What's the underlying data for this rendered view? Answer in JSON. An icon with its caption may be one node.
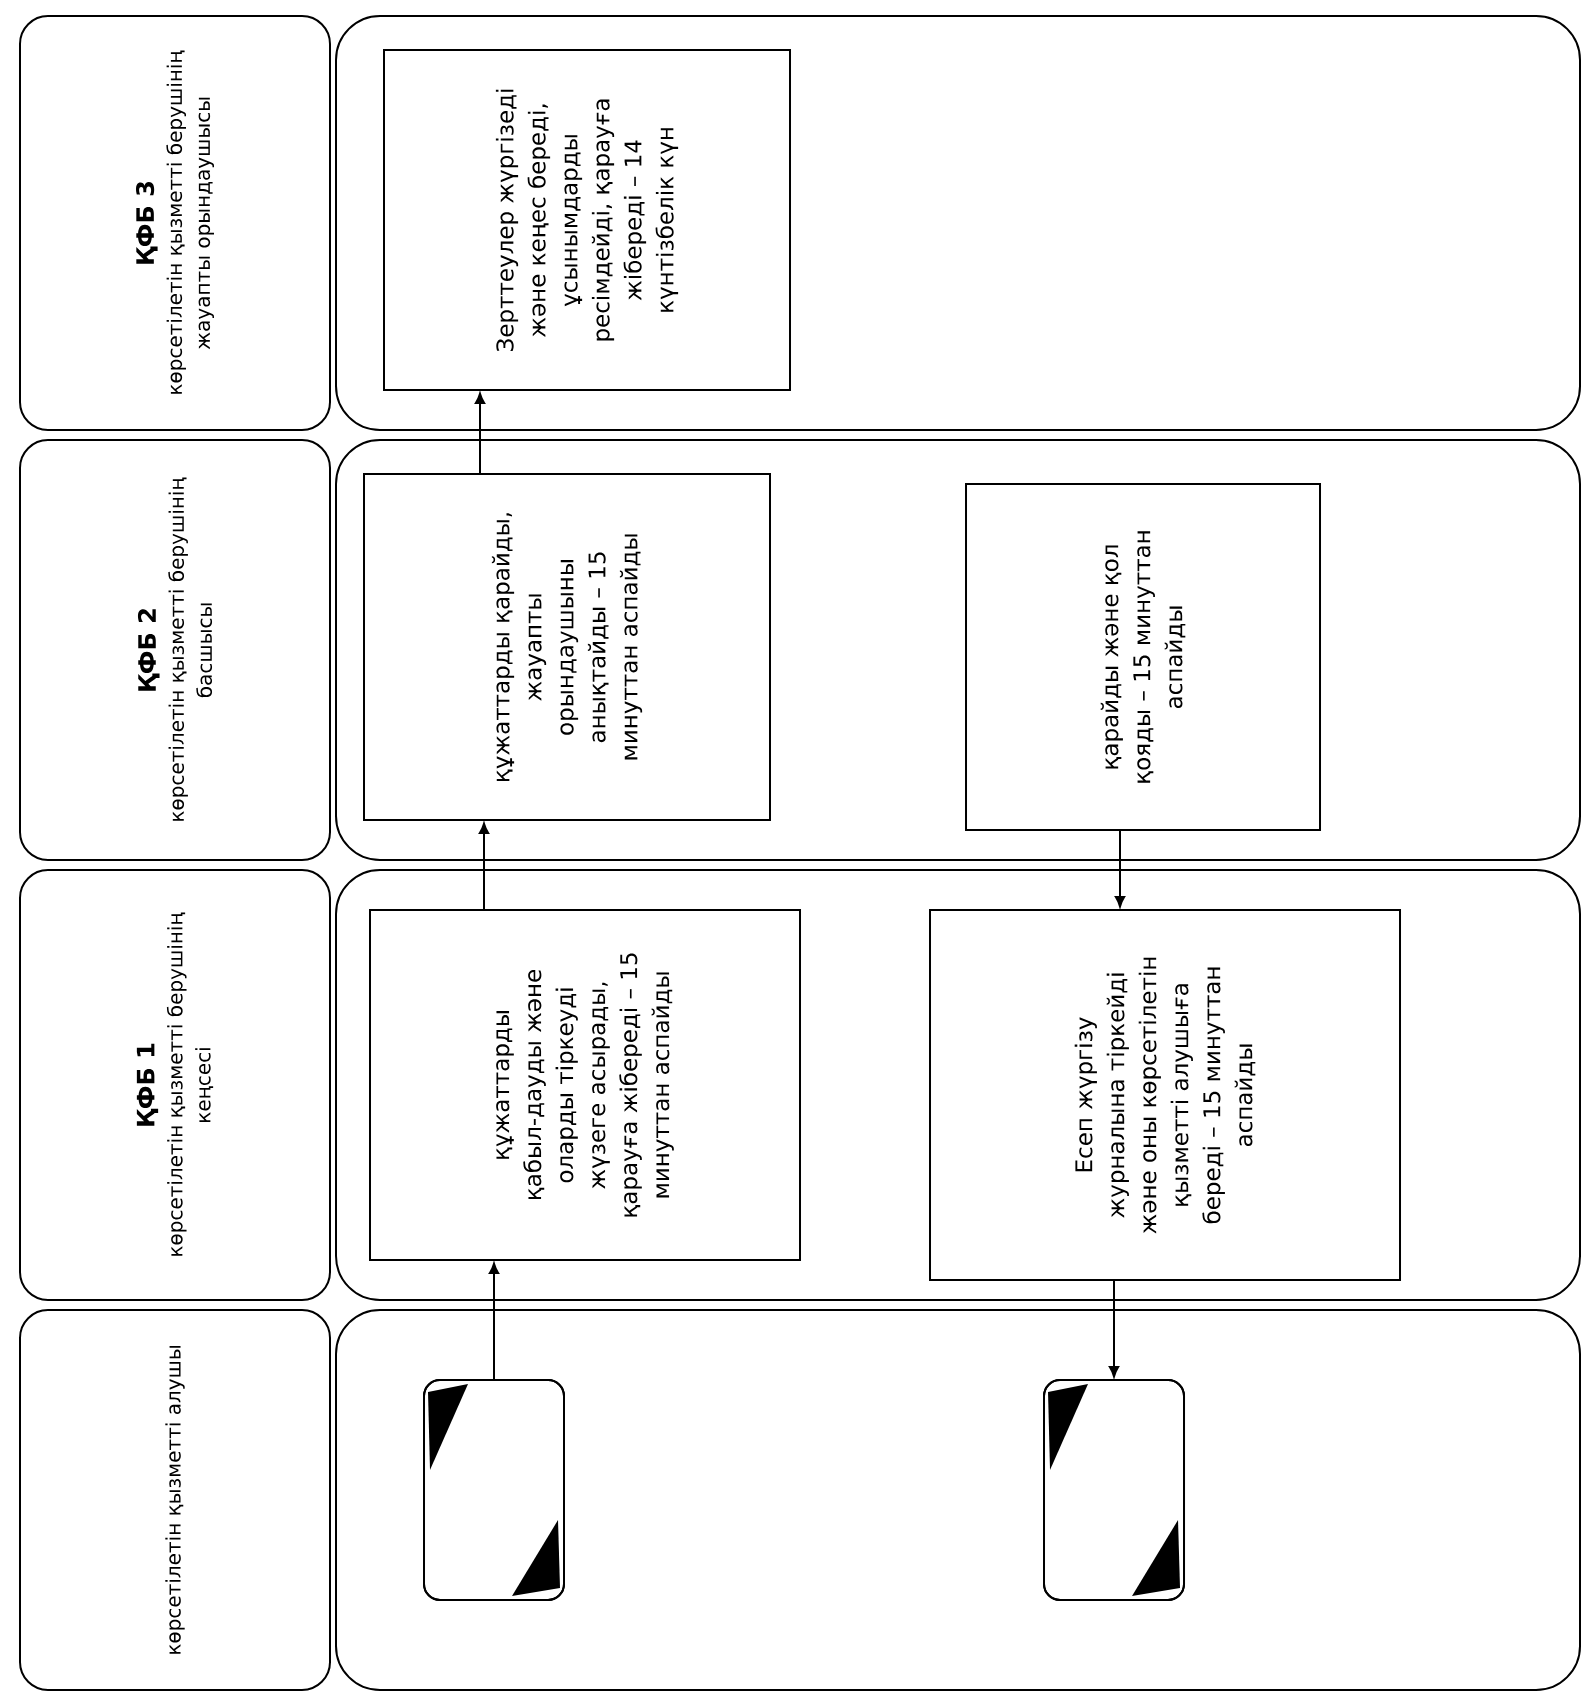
{
  "diagram": {
    "nodes": [
      {
        "text": [
          "ҚФБ 3",
          "көрсетілетін қызметті берушінің жауапты орындаушысы"
        ]
      },
      {
        "text": [],
        "shape": "box"
      },
      {
        "text": [
          "Зерттеулер жүргізеді және кеңес береді, ұсынымдарды ресімдейді, қарауға жібереді – 14 күнтізбелік күн"
        ],
        "in": 1
      },
      {
        "text": [
          "ҚФБ 2",
          "көрсетілетін қызметті берушінің басшысы"
        ]
      },
      {
        "text": [],
        "shape": "box"
      },
      {
        "text": [
          "құжаттарды қарайды, жауапты орындаушыны анықтайды – 15 минуттан аспайды"
        ],
        "in": 4
      },
      {
        "text": [
          "қарайды және қол қояды – 15 минуттан аспайды"
        ],
        "in": 4
      },
      {
        "text": [
          "ҚФБ 1",
          "көрсетілетін қызметті берушінің кеңсесі"
        ]
      },
      {
        "text": [],
        "shape": "box"
      },
      {
        "text": [
          "құжаттарды қабыл-дауды және оларды тіркеуді жүзеге асырады, қарауға жібереді – 15 минуттан аспайды"
        ],
        "in": 8
      },
      {
        "text": [
          "Есеп жүргізу журналына тіркейді және оны көрсетілетін қызметті алушыға береді – 15 минуттан аспайды"
        ],
        "in": 8
      },
      {
        "text": [
          "көрсетілетін қызметті алушы"
        ]
      },
      {
        "text": [],
        "shape": "box"
      },
      {
        "text": [],
        "shape": "box",
        "in": 12
      },
      {
        "text": [],
        "shape": "box",
        "in": 12
      }
    ],
    "edges": [
      {
        "from": 13,
        "to": 9,
        "arrow": "to"
      },
      {
        "from": 9,
        "to": 5,
        "arrow": "to"
      },
      {
        "from": 5,
        "to": 2,
        "arrow": "to"
      },
      {
        "from": 6,
        "to": 10,
        "arrow": "to"
      },
      {
        "from": 10,
        "to": 14,
        "arrow": "to"
      }
    ]
  }
}
